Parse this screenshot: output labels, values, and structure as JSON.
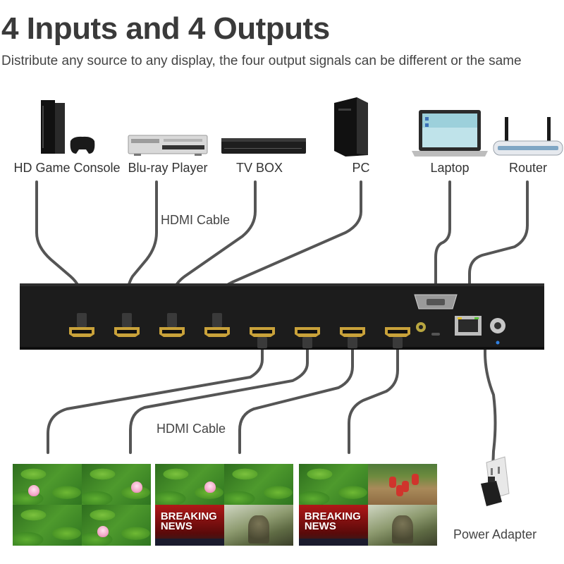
{
  "title": "4 Inputs and 4 Outputs",
  "subtitle": "Distribute any source to any display, the four output signals can be different or the same",
  "devices": [
    {
      "name": "HD Game Console",
      "icon": "game-console-icon"
    },
    {
      "name": "Blu-ray Player",
      "icon": "bluray-player-icon"
    },
    {
      "name": "TV BOX",
      "icon": "tv-box-icon"
    },
    {
      "name": "PC",
      "icon": "pc-tower-icon"
    },
    {
      "name": "Laptop",
      "icon": "laptop-icon"
    },
    {
      "name": "Router",
      "icon": "router-icon"
    }
  ],
  "cable_labels": {
    "input": "HDMI Cable",
    "output": "HDMI Cable"
  },
  "power_label": "Power Adapter",
  "displays": [
    {
      "layout": [
        "lotus",
        "lotus",
        "lotus",
        "lotus"
      ]
    },
    {
      "layout": [
        "lotus",
        "lotus",
        "news",
        "soldier"
      ]
    },
    {
      "layout": [
        "lotus",
        "cyclist",
        "news",
        "soldier"
      ]
    }
  ],
  "news_text": [
    "BREAKING",
    "NEWS"
  ],
  "colors": {
    "device_body": "#1c1c1c",
    "hdmi_gold": "#c9a23a",
    "cable": "#555555",
    "rj45_led_green": "#5cc33a",
    "rj45_led_yellow": "#e2c02a"
  }
}
